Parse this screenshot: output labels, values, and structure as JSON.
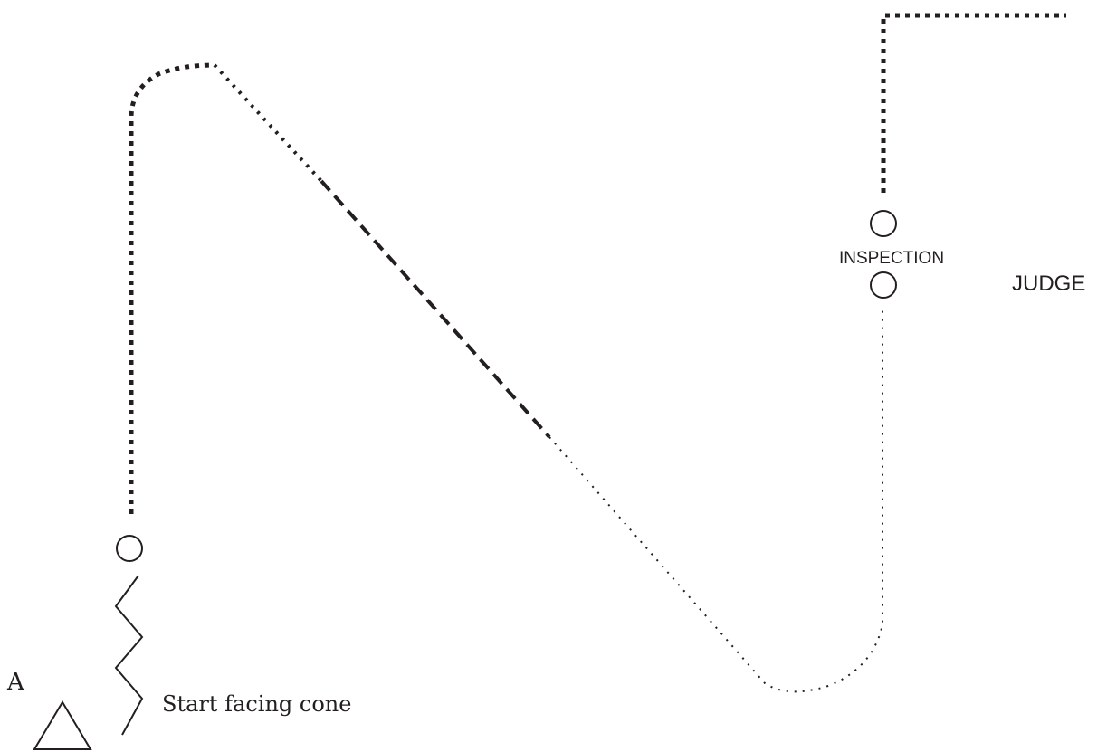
{
  "diagram": {
    "labels": {
      "marker_a": "A",
      "start_note": "Start facing cone",
      "inspection": "INSPECTION",
      "judge": "JUDGE"
    },
    "colors": {
      "ink": "#231f20",
      "background": "#ffffff"
    },
    "line_styles": [
      "square-dotted",
      "dashed",
      "fine-dotted",
      "zigzag"
    ],
    "icons": [
      "cone-circle-icon",
      "start-marker-triangle-icon"
    ]
  }
}
